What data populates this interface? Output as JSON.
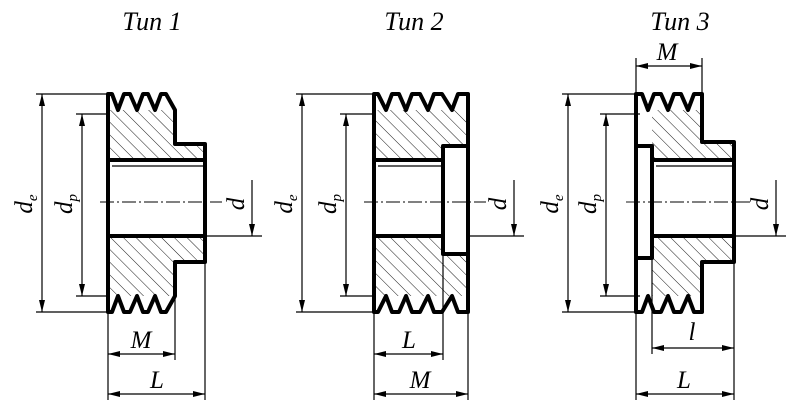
{
  "figures": [
    {
      "title": "Тип 1",
      "labels": {
        "de": "d",
        "de_sub": "e",
        "dp": "d",
        "dp_sub": "p",
        "d": "d",
        "M": "M",
        "L": "L"
      }
    },
    {
      "title": "Тип 2",
      "labels": {
        "de": "d",
        "de_sub": "e",
        "dp": "d",
        "dp_sub": "p",
        "d": "d",
        "L": "L",
        "M": "M"
      }
    },
    {
      "title": "Тип 3",
      "labels": {
        "de": "d",
        "de_sub": "e",
        "dp": "d",
        "dp_sub": "p",
        "d": "d",
        "M": "M",
        "l": "l",
        "L": "L"
      }
    }
  ]
}
